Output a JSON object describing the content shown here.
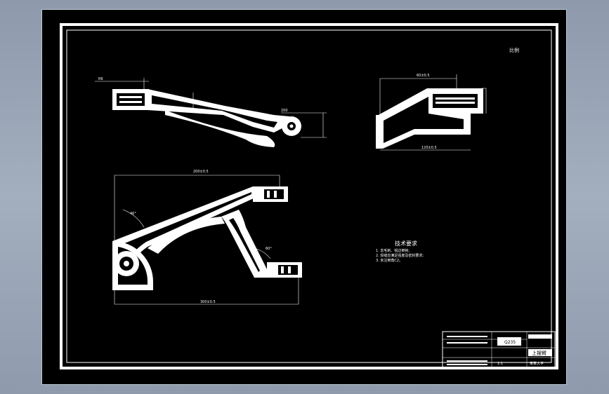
{
  "sheet": {
    "scale_note": "比例",
    "tech_requirements": {
      "title": "技术要求",
      "items": [
        "1. 去毛刺、锐边倒钝;",
        "2. 焊缝应满足强度及密封要求;",
        "3. 未注倒角C2。"
      ]
    },
    "dimensions": {
      "front_overall": "200",
      "front_left": "R6",
      "top_width": "200±0.5",
      "top_total": "300±0.5",
      "side_top": "60±0.5",
      "side_bottom": "120±0.5",
      "angle_a": "46°",
      "angle_b": "60°"
    },
    "title_block": {
      "part_name": "上摆臂",
      "material": "Q235",
      "school": "某某大学",
      "sheet_no": "1:1"
    }
  }
}
